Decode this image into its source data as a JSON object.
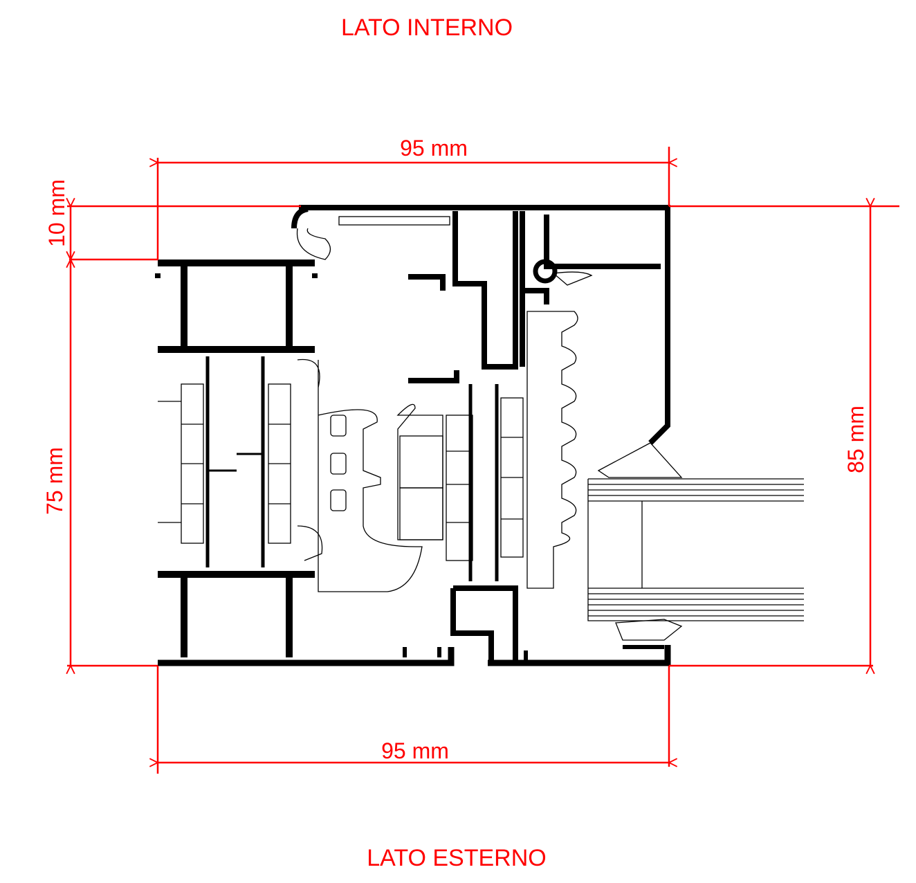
{
  "labels": {
    "inside": "LATO INTERNO",
    "outside": "LATO ESTERNO"
  },
  "dimensions": {
    "top_width": "95 mm",
    "bottom_width": "95 mm",
    "left_offset": "10 mm",
    "left_height": "75 mm",
    "right_height": "85 mm"
  },
  "colors": {
    "dimension": "#ff0000",
    "profile": "#000000"
  }
}
